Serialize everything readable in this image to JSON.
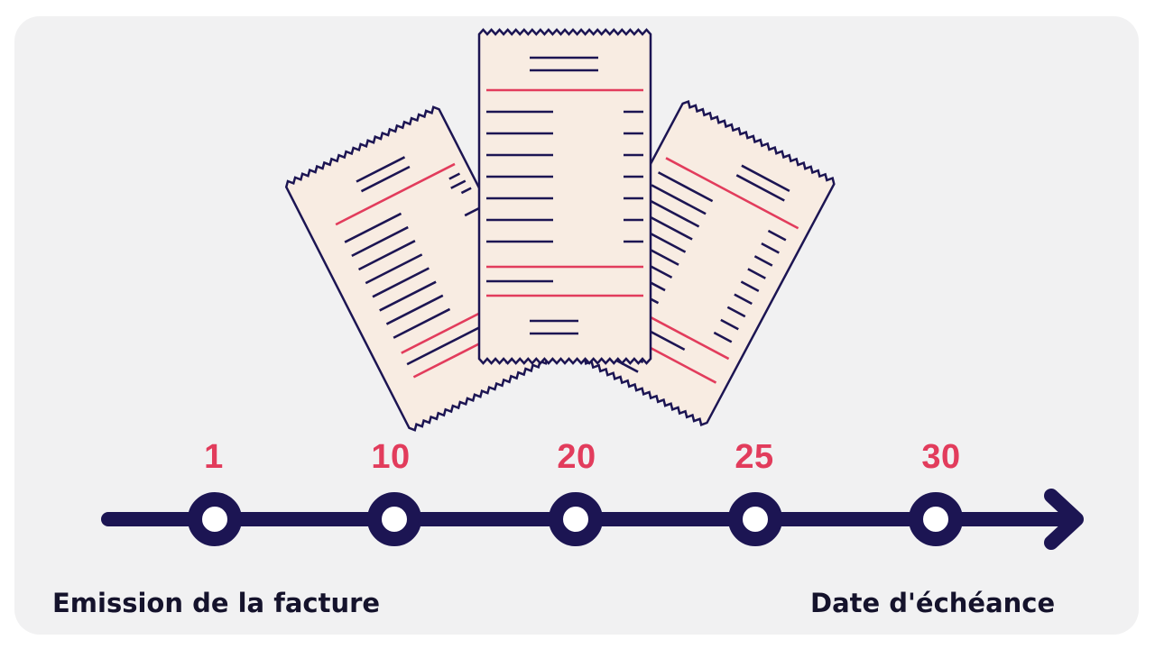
{
  "timeline": {
    "ticks": [
      "1",
      "10",
      "20",
      "25",
      "30"
    ],
    "start_caption": "Emission de la facture",
    "end_caption": "Date d'échéance"
  },
  "colors": {
    "background": "#f1f1f2",
    "navy": "#1c1553",
    "accent": "#e23c5c",
    "receipt_paper": "#f8ece2"
  },
  "icons": {
    "illustration": "receipts-icon",
    "arrow": "arrow-right-icon"
  }
}
